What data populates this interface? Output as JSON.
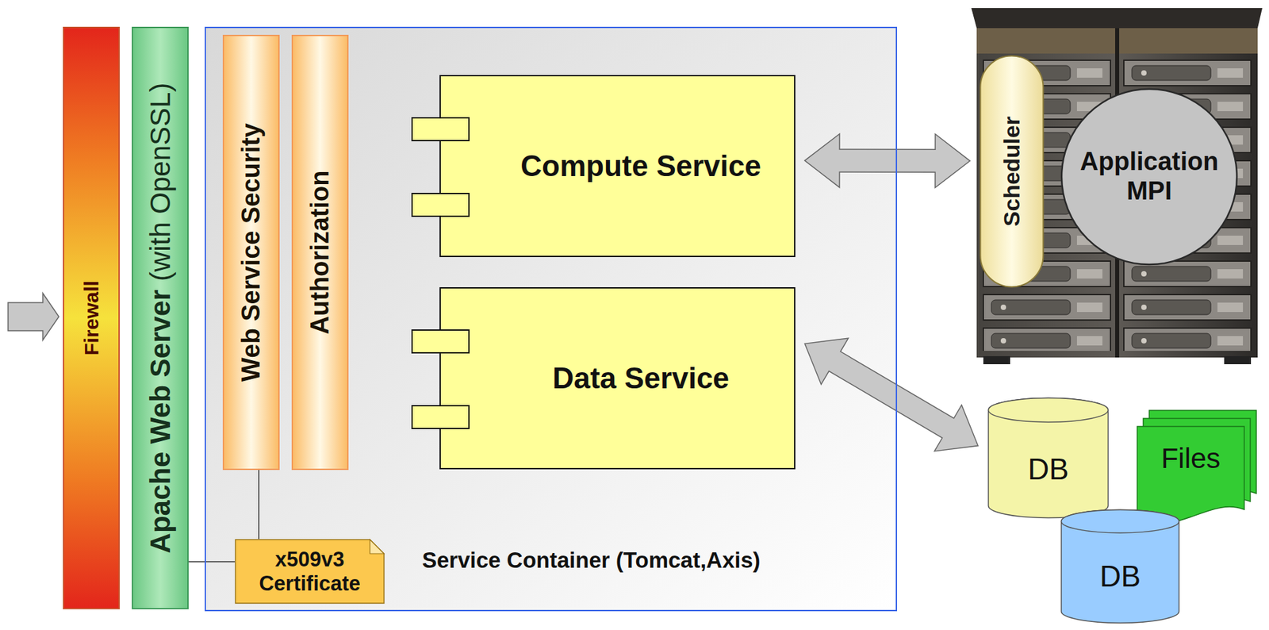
{
  "diagram": {
    "nodes": [
      {
        "text": [
          "Firewall"
        ]
      },
      {
        "text": [
          "Apache Web Server",
          "(with OpenSSL)"
        ]
      },
      {
        "text": [
          "Service Container (Tomcat,Axis)"
        ]
      },
      {
        "text": [
          "Web Service Security"
        ],
        "in": 2
      },
      {
        "text": [
          "Authorization"
        ],
        "in": 2
      },
      {
        "text": [
          "Compute Service"
        ],
        "in": 2
      },
      {
        "text": [
          "Data Service"
        ],
        "in": 2
      },
      {
        "text": [
          "x509v3 Certificate"
        ],
        "in": 2
      },
      {
        "text": [
          "Scheduler"
        ]
      },
      {
        "text": [
          "Application MPI"
        ]
      },
      {
        "text": [
          "DB"
        ]
      },
      {
        "text": [
          "Files"
        ]
      },
      {
        "text": [
          "DB"
        ]
      }
    ],
    "edges": [
      {
        "from": 5,
        "to": 8,
        "arrow": "both"
      },
      {
        "from": 6,
        "to": 10,
        "arrow": "both"
      },
      {
        "from": 1,
        "to": 7,
        "arrow": "none"
      },
      {
        "from": 3,
        "to": 7,
        "arrow": "none"
      }
    ]
  }
}
